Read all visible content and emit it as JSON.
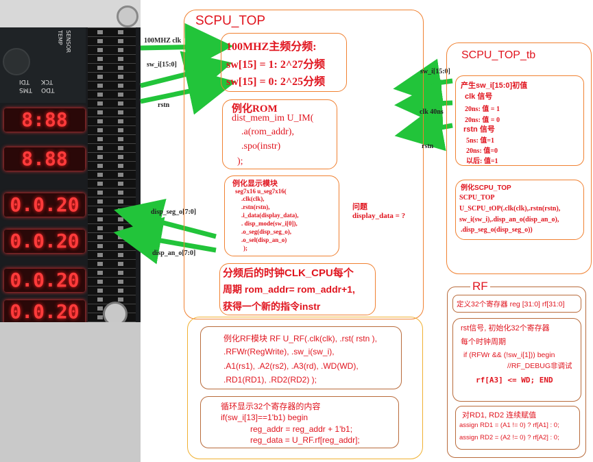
{
  "board": {
    "display_rows": [
      "8:88",
      "8.88",
      "0.0.20",
      "0.0.20",
      "0.0.20",
      "0.0.20"
    ],
    "labels": [
      "TEMP",
      "SENSOR",
      "TCK",
      "TDO",
      "TDI",
      "TMS"
    ]
  },
  "signals": {
    "clk": "100MHZ  clk",
    "sw": "sw_i[15:0]",
    "rstn": "rstn",
    "disp_seg": "disp_seg_o[7:0]",
    "disp_an": "disp_an_o[7:0]"
  },
  "top": {
    "title": "SCPU_TOP",
    "freq": {
      "l1": "100MHZ主频分频:",
      "l2": "sw[15] = 1:     2^27分频",
      "l3": "sw[15] = 0:     2^25分频"
    },
    "rom": {
      "l1": "例化ROM",
      "l2": "dist_mem_im U_IM(",
      "l3": ".a(rom_addr),",
      "l4": ".spo(instr)",
      "l5": ");"
    },
    "seg": {
      "title": "例化显示模块",
      "lines": [
        "seg7x16 u_seg7x16(",
        ".clk(clk),",
        ".rstn(rstn),",
        ".i_data(display_data),",
        ". disp_mode(sw_i[0]),",
        ".o_seg(disp_seg_o),",
        ".o_sel(disp_an_o)",
        ");"
      ]
    },
    "question": {
      "l1": "问题",
      "l2": "display_data = ?"
    },
    "clkcpu": {
      "l1": "分频后的时钟CLK_CPU每个",
      "l2": "周期 rom_addr= rom_addr+1,",
      "l3": "获得一个新的指令instr"
    }
  },
  "rf_inst": {
    "lines": [
      "例化RF模块  RF U_RF(.clk(clk), .rst( rstn ),",
      ".RFWr(RegWrite), .sw_i(sw_i),",
      ".A1(rs1), .A2(rs2), .A3(rd), .WD(WD),",
      ".RD1(RD1), .RD2(RD2)          );"
    ]
  },
  "loop": {
    "lines": [
      "循环显示32个寄存器的内容",
      "if(sw_i[13]==1'b1) begin",
      "reg_addr = reg_addr + 1'b1;",
      "reg_data = U_RF.rf[reg_addr];"
    ]
  },
  "tb": {
    "title": "SCPU_TOP_tb",
    "sig_sw": "sw_i[15:0]",
    "sig_clk": "clk 40ns",
    "sig_rstn": "rstn",
    "init": [
      "产生sw_i[15:0]初值",
      "clk 信号",
      "20ns:   值 = 1",
      "20ns:  值 = 0",
      "rstn  信号",
      "5ns:    值=1",
      "20ns:   值=0",
      "以后: 值=1"
    ],
    "inst": [
      "例化SCPU_TOP",
      "SCPU_TOP",
      "U_SCPU_tOP(.clk(clk),.rstn(rstn),",
      "sw_i(sw_i),.disp_an_o(disp_an_o),",
      ".disp_seg_o(disp_seg_o))"
    ]
  },
  "rf": {
    "title": "RF",
    "def": "定义32个寄存器 reg [31:0] rf[31:0]",
    "rst": [
      "rst信号, 初始化32个寄存器",
      "每个时钟周期",
      "if (RFWr && (!sw_i[1])) begin",
      "//RF_DEBUG非调试",
      "rf[A3] <= WD; END"
    ],
    "assign": [
      "对RD1, RD2 连续赋值",
      "assign RD1 = (A1 != 0) ? rf[A1] : 0;",
      "assign RD2 = (A2 != 0) ? rf[A2] : 0;"
    ]
  },
  "colors": {
    "accent": "#e0141e",
    "border": "#f08030",
    "arrow": "#22c43a"
  }
}
